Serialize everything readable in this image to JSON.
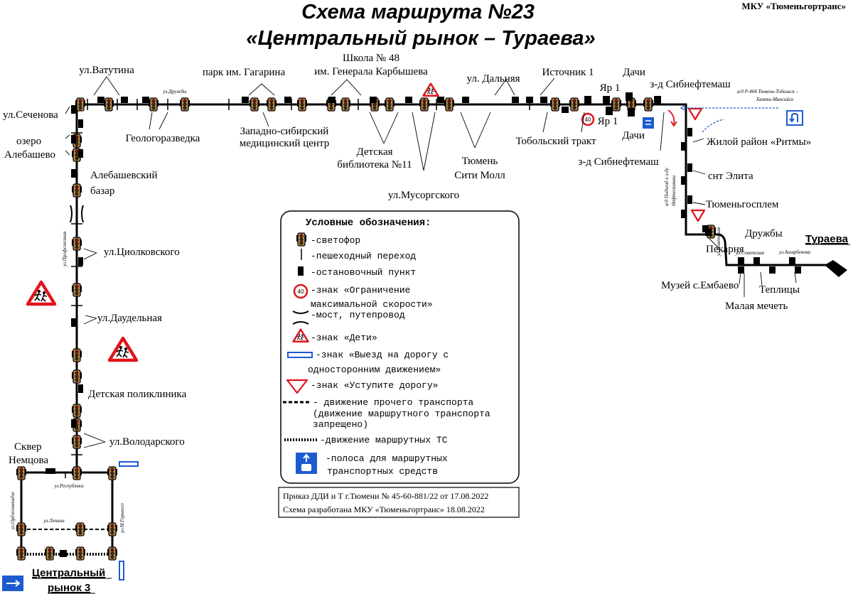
{
  "title": {
    "line1": "Схема маршрута №23",
    "line2": "«Центральный рынок  – Тураева»"
  },
  "organization": "МКУ «Тюменьгортранс»",
  "stops": {
    "vatutina": "ул.Ватутина",
    "gagarin_park": "парк им. Гагарина",
    "school48_1": "Школа № 48",
    "school48_2": "им. Генерала Карбышева",
    "dalnyaya": "ул. Дальняя",
    "istochnik": "Источник 1",
    "yar1_top": "Яр 1",
    "yar1_bottom": "Яр 1",
    "dachi_top": "Дачи",
    "dachi_bottom": "Дачи",
    "zd_sibneftemash_top": "з-д Сибнефтемаш",
    "zd_sibneftemash_bottom": "з-д Сибнефтемаш",
    "sechenova": "ул.Сеченова",
    "ozero_1": "озеро",
    "ozero_2": "Алебашево",
    "geologorazvedka": "Геологоразведка",
    "zsmc_1": "Западно-сибирский",
    "zsmc_2": "медицинский центр",
    "library_1": "Детская",
    "library_2": "библиотека №11",
    "tyumen_city_1": "Тюмень",
    "tyumen_city_2": "Сити Молл",
    "tobolsky": "Тобольский тракт",
    "musorgskogo": "ул.Мусоргского",
    "alebash_bazar_1": "Алебашевский",
    "alebash_bazar_2": "базар",
    "tsiolkovskogo": "ул.Циолковского",
    "daudelnaya": "ул.Даудельная",
    "poliklinika": "Детская поликлиника",
    "volodarskogo": "ул.Володарского",
    "skver_1": "Сквер",
    "skver_2": "Немцова",
    "ritmy": "Жилой район «Ритмы»",
    "elita": "снт Элита",
    "tyumengosplem": "Тюменьгосплем",
    "pekarnya": "Пекарня",
    "druzhby": "Дружбы",
    "turaeva": "Тураева",
    "muzey": "Музей с.Ембаево",
    "teplitsy": "Теплицы",
    "malaya_mechet": "Малая мечеть",
    "central_market_1": "Центральный",
    "central_market_2": "рынок 3"
  },
  "streets": {
    "druzhby": "ул.Дружбы",
    "profsoyuznaya": "ул.Профсоюзная",
    "respubliki": "ул.Республики",
    "ordzhonikidze": "ул.Орджоникидзе",
    "lenina": "ул.Ленина",
    "gorkogo": "ул.М.Горького",
    "sovetskaya_vert": "ул.Советская",
    "sovetskaya": "ул.Советская",
    "ashirbekova": "ул.Аширбекова",
    "highway_1": "а/д Р-404 Тюмень-Тобольск –",
    "highway_2": "Ханты-Мансийск",
    "road_1": "а/д Подъезд к з-ду",
    "road_2": "Нефтегазмаш"
  },
  "speed_limit_value": "40",
  "legend": {
    "heading": "Условные обозначения:",
    "traffic_light": "-светофор",
    "crossing": "-пешеходный переход",
    "stop": "-остановочный пункт",
    "speed_1": "-знак «Ограничение",
    "speed_2": "максимальной скорости»",
    "bridge": "-мост, путепровод",
    "children": "-знак «Дети»",
    "oneway_1": "-знак «Выезд на дорогу с",
    "oneway_2": "односторонним движением»",
    "yield": "-знак «Уступите дорогу»",
    "other_1": "- движение прочего транспорта",
    "other_2": "(движение маршрутного транспорта",
    "other_3": "запрещено)",
    "route": "-движение маршрутных ТС",
    "lane_1": "-полоса для маршрутных",
    "lane_2": "транспортных средств"
  },
  "order": {
    "line1": "Приказ ДДИ и Т г.Тюмени № 45-60-881/22 от 17.08.2022",
    "line2": "Схема разработана МКУ «Тюменьгортранс» 18.08.2022"
  },
  "colors": {
    "sign_red": "#e0141b",
    "sign_blue": "#1d5bd0",
    "lane_blue": "#1565c0",
    "light_body": "#c8a36a"
  }
}
